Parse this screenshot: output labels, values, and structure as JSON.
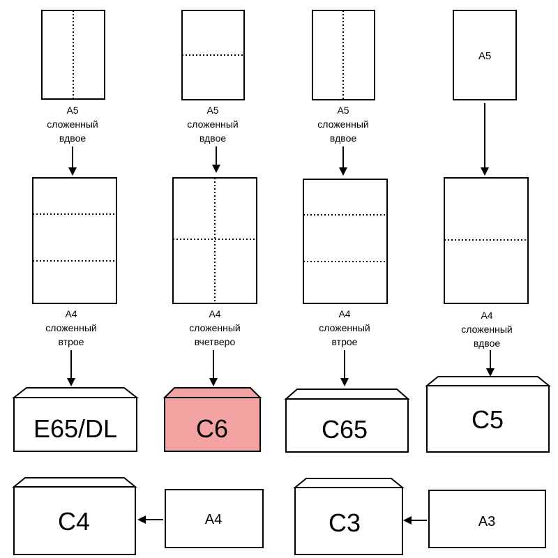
{
  "columns": [
    {
      "top_sheet_label": "",
      "top_caption": [
        "A5",
        "сложенный",
        "вдвое"
      ],
      "mid_caption": [
        "A4",
        "сложенный",
        "втрое"
      ],
      "envelope": "E65/DL",
      "envelope_highlighted": false
    },
    {
      "top_sheet_label": "",
      "top_caption": [
        "A5",
        "сложенный",
        "вдвое"
      ],
      "mid_caption": [
        "A4",
        "сложенный",
        "вчетверо"
      ],
      "envelope": "C6",
      "envelope_highlighted": true
    },
    {
      "top_sheet_label": "",
      "top_caption": [
        "A5",
        "сложенный",
        "вдвое"
      ],
      "mid_caption": [
        "A4",
        "сложенный",
        "втрое"
      ],
      "envelope": "C65",
      "envelope_highlighted": false
    },
    {
      "top_sheet_label": "A5",
      "top_caption": [],
      "mid_caption": [
        "A4",
        "сложенный",
        "вдвое"
      ],
      "envelope": "C5",
      "envelope_highlighted": false
    }
  ],
  "bottom_row": [
    {
      "envelope": "C4",
      "sheet": "A4"
    },
    {
      "envelope": "C3",
      "sheet": "A3"
    }
  ],
  "colors": {
    "highlight_fill": "#f4a3a3",
    "stroke": "#000000",
    "background": "#ffffff"
  }
}
